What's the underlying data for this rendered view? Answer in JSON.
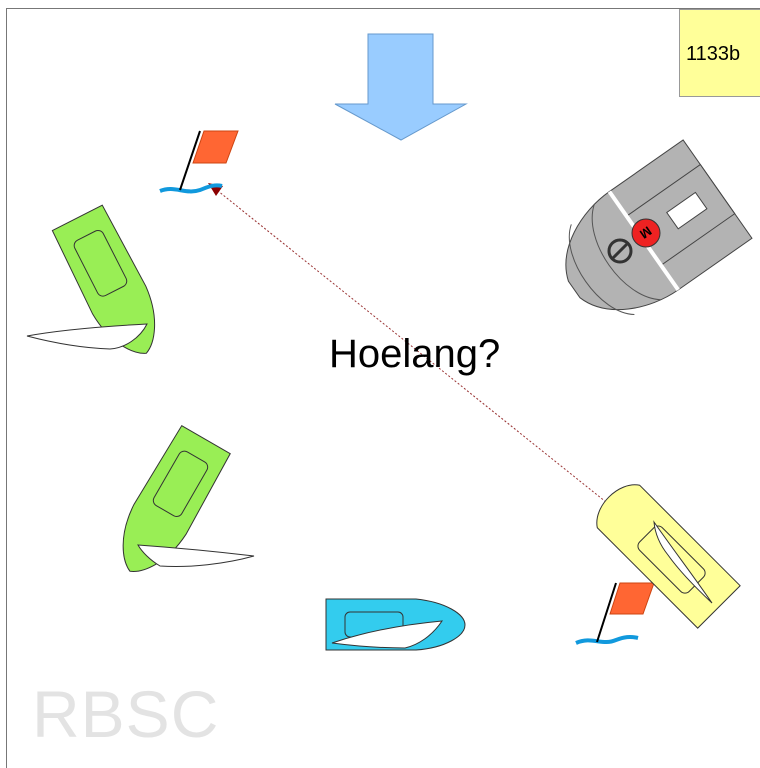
{
  "diagram_id": "1133b",
  "question": "Hoelang?",
  "watermark": "RBSC",
  "colors": {
    "wind_arrow": "#99ccff",
    "green_boat": "#99ee55",
    "yellow_boat": "#ffff99",
    "blue_boat": "#33ccee",
    "committee_boat": "#b3b3b3",
    "flag": "#ff6633",
    "water": "#1199dd",
    "distance_line": "#993333"
  },
  "icons": {
    "wind": "down-arrow-icon",
    "mark": "flag-icon",
    "m_flag": "m-flag-icon",
    "no_entry": "prohibition-icon"
  }
}
